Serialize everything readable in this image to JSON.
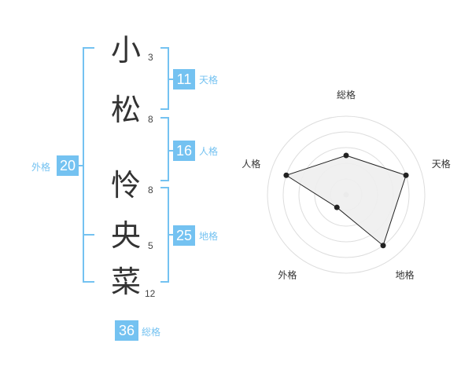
{
  "colors": {
    "accent": "#74c2f1",
    "label": "#74c2f1",
    "text": "#333333",
    "radar_fill": "#eeeeee",
    "radar_grid": "#dddddd",
    "radar_line": "#222222"
  },
  "name": {
    "characters": [
      {
        "char": "小",
        "strokes": "3"
      },
      {
        "char": "松",
        "strokes": "8"
      },
      {
        "char": "怜",
        "strokes": "8"
      },
      {
        "char": "央",
        "strokes": "5"
      },
      {
        "char": "菜",
        "strokes": "12"
      }
    ]
  },
  "fortune": {
    "tenkaku": {
      "label": "天格",
      "value": "11"
    },
    "jinkaku": {
      "label": "人格",
      "value": "16"
    },
    "chikaku": {
      "label": "地格",
      "value": "25"
    },
    "gaikaku": {
      "label": "外格",
      "value": "20"
    },
    "soukaku": {
      "label": "総格",
      "value": "36"
    }
  },
  "chart_data": {
    "type": "radar",
    "axes": [
      "総格",
      "天格",
      "地格",
      "外格",
      "人格"
    ],
    "values": [
      2.5,
      4,
      4,
      1,
      4
    ],
    "max": 5,
    "rings": 5
  }
}
